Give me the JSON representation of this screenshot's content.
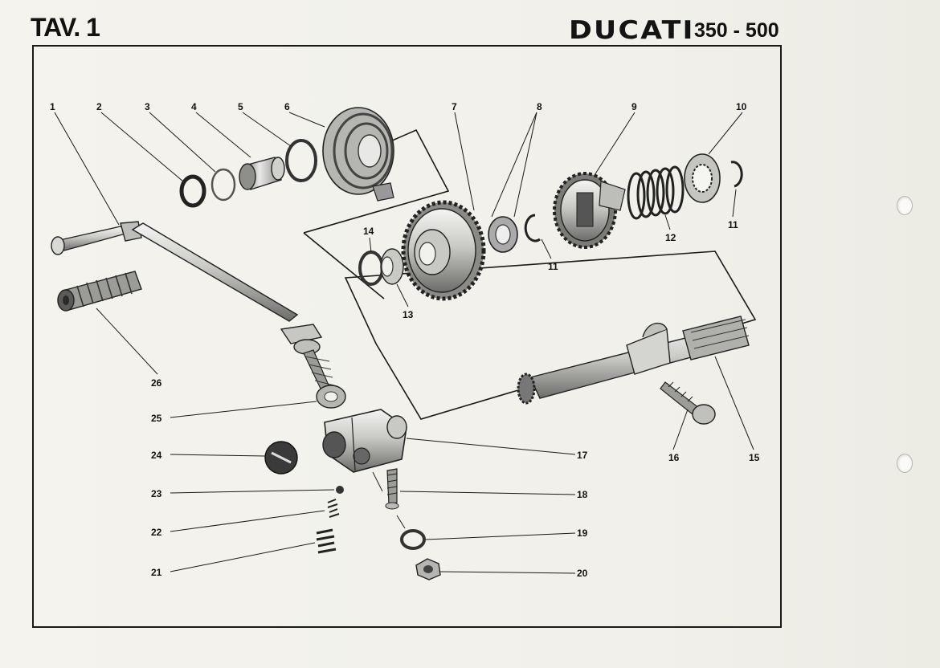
{
  "header": {
    "table_label": "TAV. 1",
    "brand": "DUCATI",
    "model": "350 - 500"
  },
  "parts": [
    {
      "number": "1",
      "label": "1"
    },
    {
      "number": "2",
      "label": "2"
    },
    {
      "number": "3",
      "label": "3"
    },
    {
      "number": "4",
      "label": "4"
    },
    {
      "number": "5",
      "label": "5"
    },
    {
      "number": "6",
      "label": "6"
    },
    {
      "number": "7",
      "label": "7"
    },
    {
      "number": "8",
      "label": "8"
    },
    {
      "number": "9",
      "label": "9"
    },
    {
      "number": "10",
      "label": "10"
    },
    {
      "number": "11a",
      "label": "11"
    },
    {
      "number": "11b",
      "label": "11"
    },
    {
      "number": "12",
      "label": "12"
    },
    {
      "number": "13",
      "label": "13"
    },
    {
      "number": "14",
      "label": "14"
    },
    {
      "number": "15",
      "label": "15"
    },
    {
      "number": "16",
      "label": "16"
    },
    {
      "number": "17",
      "label": "17"
    },
    {
      "number": "18",
      "label": "18"
    },
    {
      "number": "19",
      "label": "19"
    },
    {
      "number": "20",
      "label": "20"
    },
    {
      "number": "21",
      "label": "21"
    },
    {
      "number": "22",
      "label": "22"
    },
    {
      "number": "23",
      "label": "23"
    },
    {
      "number": "24",
      "label": "24"
    },
    {
      "number": "25",
      "label": "25"
    },
    {
      "number": "26",
      "label": "26"
    }
  ],
  "colors": {
    "ink": "#111111",
    "paper": "#f2f1ec"
  }
}
